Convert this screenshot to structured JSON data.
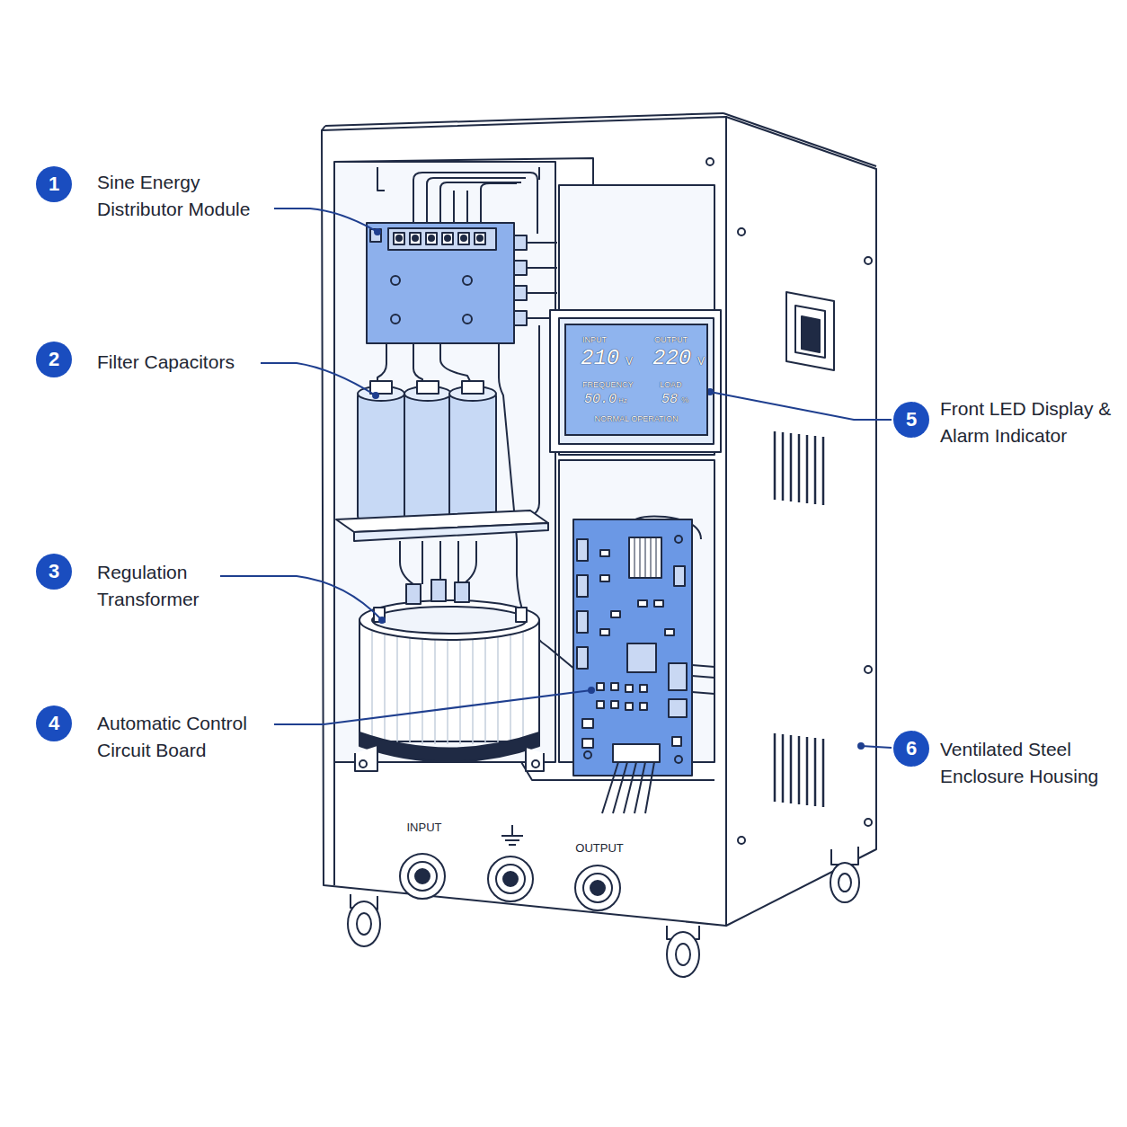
{
  "diagram": {
    "nodes": [
      {
        "text": [
          "1"
        ]
      },
      {
        "text": [
          "2"
        ]
      },
      {
        "text": [
          "3"
        ]
      },
      {
        "text": [
          "4"
        ]
      },
      {
        "text": [
          "5"
        ]
      },
      {
        "text": [
          "6"
        ]
      },
      {
        "text": [
          "INPUT",
          "210",
          "V",
          "OUTPUT",
          "220",
          "V",
          "FREQUENCY",
          "50.0",
          "Hz",
          "LOAD",
          "58",
          "%",
          "NORMAL OPERATION"
        ]
      }
    ],
    "labels": [
      "Sine Energy Distributor Module",
      "Filter Capacitors",
      "Regulation Transformer",
      "Automatic Control Circuit Board",
      "Front LED Display & Alarm Indicator",
      "Ventilated Steel Enclosure Housing",
      "INPUT",
      "OUTPUT"
    ]
  }
}
